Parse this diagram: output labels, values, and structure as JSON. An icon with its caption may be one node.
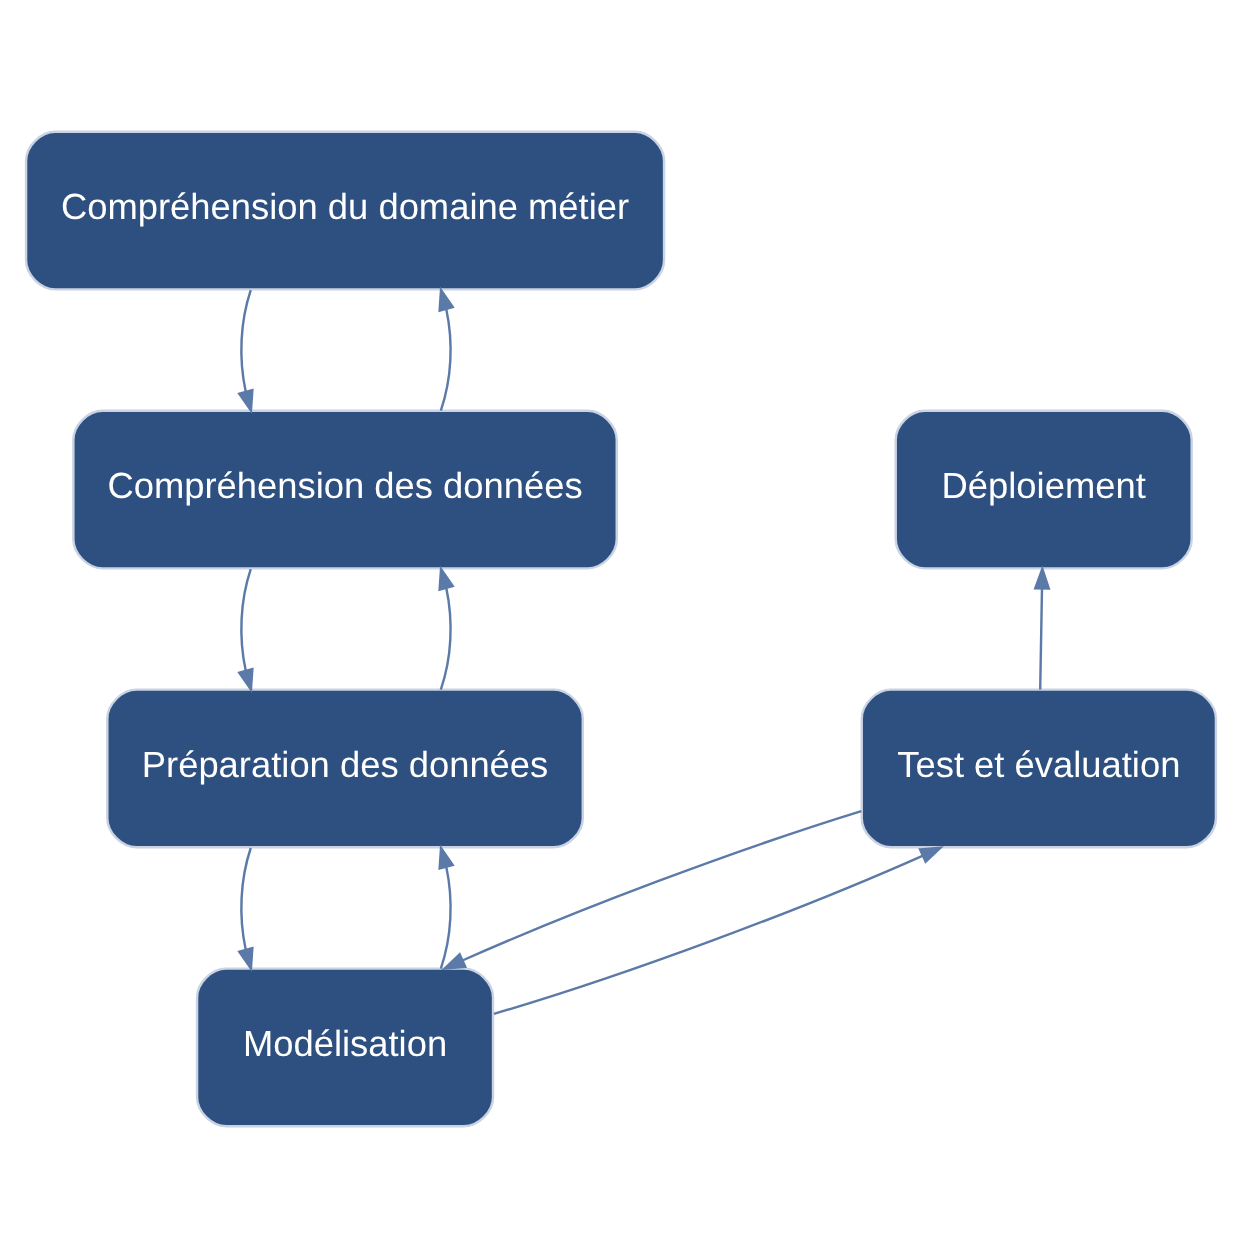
{
  "diagram": {
    "nodes": [
      {
        "text": [
          "Compréhension du domaine métier"
        ]
      },
      {
        "text": [
          "Compréhension des données"
        ]
      },
      {
        "text": [
          "Préparation des données"
        ]
      },
      {
        "text": [
          "Modélisation"
        ]
      },
      {
        "text": [
          "Test et évaluation"
        ]
      },
      {
        "text": [
          "Déploiement"
        ]
      }
    ],
    "edges": [
      {
        "from": 0,
        "to": 1,
        "arrow": "to"
      },
      {
        "from": 1,
        "to": 0,
        "arrow": "to"
      },
      {
        "from": 1,
        "to": 2,
        "arrow": "to"
      },
      {
        "from": 2,
        "to": 1,
        "arrow": "to"
      },
      {
        "from": 2,
        "to": 3,
        "arrow": "to"
      },
      {
        "from": 3,
        "to": 2,
        "arrow": "to"
      },
      {
        "from": 3,
        "to": 4,
        "arrow": "to"
      },
      {
        "from": 4,
        "to": 3,
        "arrow": "to"
      },
      {
        "from": 4,
        "to": 5,
        "arrow": "to"
      }
    ]
  }
}
